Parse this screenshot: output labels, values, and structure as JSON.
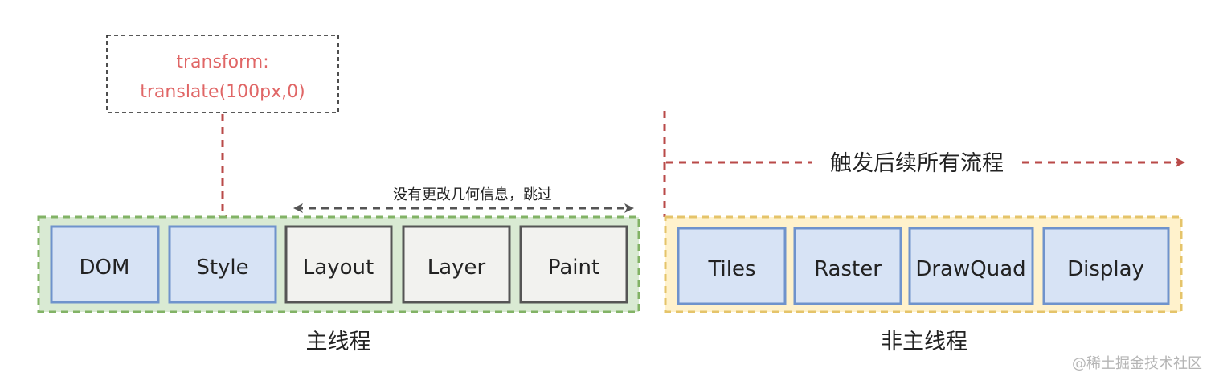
{
  "note": {
    "line1": "transform:",
    "line2": "translate(100px,0)"
  },
  "main_thread": {
    "label": "主线程",
    "skip_label": "没有更改几何信息，跳过",
    "stages": [
      "DOM",
      "Style",
      "Layout",
      "Layer",
      "Paint"
    ]
  },
  "non_main_thread": {
    "label": "非主线程",
    "trigger_label": "触发后续所有流程",
    "stages": [
      "Tiles",
      "Raster",
      "DrawQuad",
      "Display"
    ]
  },
  "watermark": "@稀土掘金技术社区",
  "colors": {
    "note_text": "#e06666",
    "arrow_red": "#b94a48",
    "arrow_gray": "#555555",
    "blue_fill": "#d7e3f5",
    "blue_stroke": "#6f93cc",
    "gray_fill": "#f2f2ef",
    "gray_stroke": "#555555",
    "green_fill": "#d9ead3",
    "green_stroke": "#82b366",
    "yellow_fill": "#fff2cc",
    "yellow_stroke": "#e5c46a"
  }
}
